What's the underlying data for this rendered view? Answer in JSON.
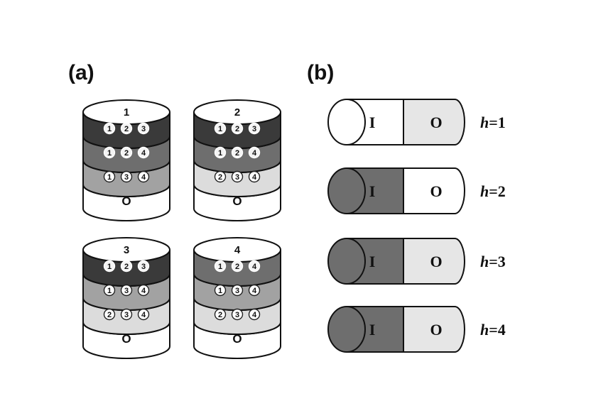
{
  "panels": {
    "a_label": "(a)",
    "b_label": "(b)"
  },
  "stacks": [
    {
      "number": "1",
      "base": "O",
      "layers": [
        {
          "members": [
            "1",
            "2",
            "3"
          ],
          "fill": "#3a3a3a",
          "circle": "dark"
        },
        {
          "members": [
            "1",
            "2",
            "4"
          ],
          "fill": "#6e6e6e",
          "circle": "dark"
        },
        {
          "members": [
            "1",
            "3",
            "4"
          ],
          "fill": "#a2a2a2",
          "circle": "light"
        }
      ]
    },
    {
      "number": "2",
      "base": "O",
      "layers": [
        {
          "members": [
            "1",
            "2",
            "3"
          ],
          "fill": "#3a3a3a",
          "circle": "dark"
        },
        {
          "members": [
            "1",
            "2",
            "4"
          ],
          "fill": "#6e6e6e",
          "circle": "dark"
        },
        {
          "members": [
            "2",
            "3",
            "4"
          ],
          "fill": "#dcdcdc",
          "circle": "light"
        }
      ]
    },
    {
      "number": "3",
      "base": "O",
      "layers": [
        {
          "members": [
            "1",
            "2",
            "3"
          ],
          "fill": "#3a3a3a",
          "circle": "dark"
        },
        {
          "members": [
            "1",
            "3",
            "4"
          ],
          "fill": "#a2a2a2",
          "circle": "light"
        },
        {
          "members": [
            "2",
            "3",
            "4"
          ],
          "fill": "#dcdcdc",
          "circle": "light"
        }
      ]
    },
    {
      "number": "4",
      "base": "O",
      "layers": [
        {
          "members": [
            "1",
            "2",
            "4"
          ],
          "fill": "#6e6e6e",
          "circle": "dark"
        },
        {
          "members": [
            "1",
            "3",
            "4"
          ],
          "fill": "#a2a2a2",
          "circle": "light"
        },
        {
          "members": [
            "2",
            "3",
            "4"
          ],
          "fill": "#dcdcdc",
          "circle": "light"
        }
      ]
    }
  ],
  "cylinders": [
    {
      "left": "I",
      "right": "O",
      "label": "h=1",
      "h_var": "h",
      "h_value": "=1",
      "left_fill": "#ffffff",
      "right_fill": "#e6e6e6"
    },
    {
      "left": "I",
      "right": "O",
      "label": "h=2",
      "h_var": "h",
      "h_value": "=2",
      "left_fill": "#6e6e6e",
      "right_fill": "#ffffff"
    },
    {
      "left": "I",
      "right": "O",
      "label": "h=3",
      "h_var": "h",
      "h_value": "=3",
      "left_fill": "#6e6e6e",
      "right_fill": "#e6e6e6"
    },
    {
      "left": "I",
      "right": "O",
      "label": "h=4",
      "h_var": "h",
      "h_value": "=4",
      "left_fill": "#6e6e6e",
      "right_fill": "#e6e6e6"
    }
  ],
  "colors": {
    "stroke": "#111111",
    "top_fill": "#ffffff",
    "base_fill": "#ffffff",
    "circle_dark_bg": "#f4f4f4",
    "circle_light_bg": "#ffffff"
  }
}
